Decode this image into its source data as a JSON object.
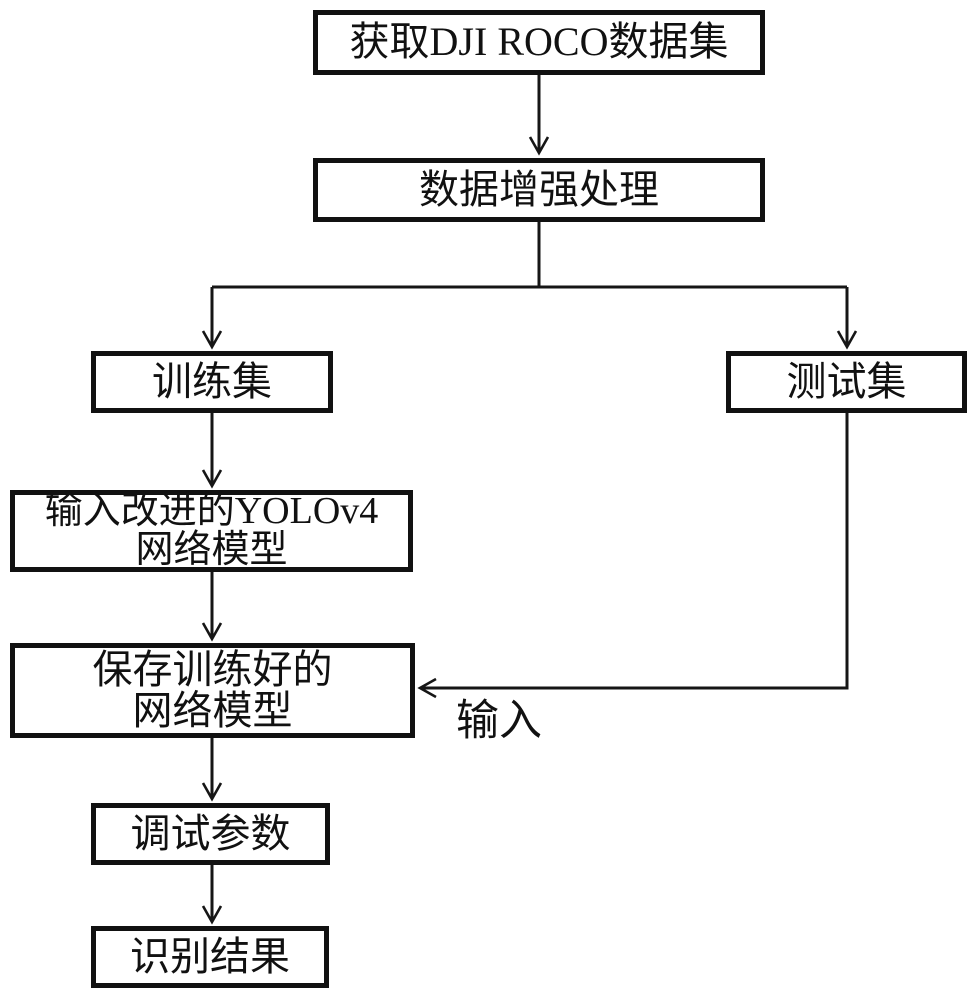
{
  "diagram": {
    "type": "flowchart",
    "nodes": {
      "acquire": {
        "label": "获取DJI ROCO数据集"
      },
      "augment": {
        "label": "数据增强处理"
      },
      "training": {
        "label": "训练集"
      },
      "test": {
        "label": "测试集"
      },
      "yolo": {
        "line1": "输入改进的YOLOv4",
        "line2": "网络模型"
      },
      "save": {
        "line1": "保存训练好的",
        "line2": "网络模型"
      },
      "tune": {
        "label": "调试参数"
      },
      "result": {
        "label": "识别结果"
      }
    },
    "edge_labels": {
      "test_input": "输入"
    },
    "edges": [
      {
        "from": "acquire",
        "to": "augment"
      },
      {
        "from": "augment",
        "to": "training"
      },
      {
        "from": "augment",
        "to": "test"
      },
      {
        "from": "training",
        "to": "yolo"
      },
      {
        "from": "yolo",
        "to": "save"
      },
      {
        "from": "test",
        "to": "save",
        "label": "输入"
      },
      {
        "from": "save",
        "to": "tune"
      },
      {
        "from": "tune",
        "to": "result"
      }
    ],
    "colors": {
      "ink": "#111111",
      "line": "#161616",
      "background": "#ffffff"
    }
  }
}
